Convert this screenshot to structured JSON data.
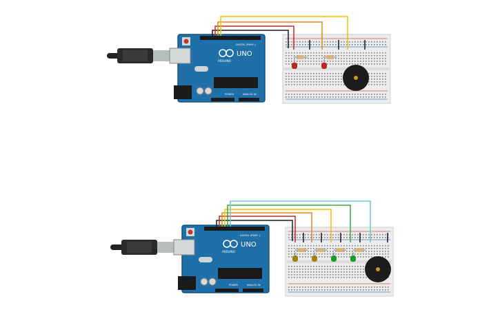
{
  "circuits": [
    {
      "id": "circuit-1",
      "board": {
        "logo_text": "ARDUINO",
        "model_text": "UNO",
        "digital_header_text": "DIGITAL (PWM~)",
        "power_header_text": "POWER",
        "analog_header_text": "ANALOG IN"
      },
      "wires": [
        "#1a1a1a",
        "#d42020",
        "#e08a16",
        "#e8c400"
      ],
      "leds": [
        "red",
        "red"
      ],
      "buzzer": true
    },
    {
      "id": "circuit-2",
      "board": {
        "logo_text": "ARDUINO",
        "model_text": "UNO",
        "digital_header_text": "DIGITAL (PWM~)",
        "power_header_text": "POWER",
        "analog_header_text": "ANALOG IN"
      },
      "wires": [
        "#1a1a1a",
        "#d42020",
        "#e08a16",
        "#e8c400",
        "#3aa83a",
        "#6cc3d5"
      ],
      "leds": [
        "yellow",
        "yellow",
        "green",
        "green"
      ],
      "buzzer": true
    }
  ],
  "colors": {
    "board": "#1f6fa8",
    "board_dark": "#15547f",
    "breadboard": "#ececec",
    "rail_red": "#d9534f",
    "rail_blue": "#4a7bd0",
    "led_red": "#b8281e",
    "led_yellow": "#9d8416",
    "led_green": "#1f9a2b",
    "buzzer": "#1c1c1c",
    "buzzer_center": "#c99a20"
  }
}
